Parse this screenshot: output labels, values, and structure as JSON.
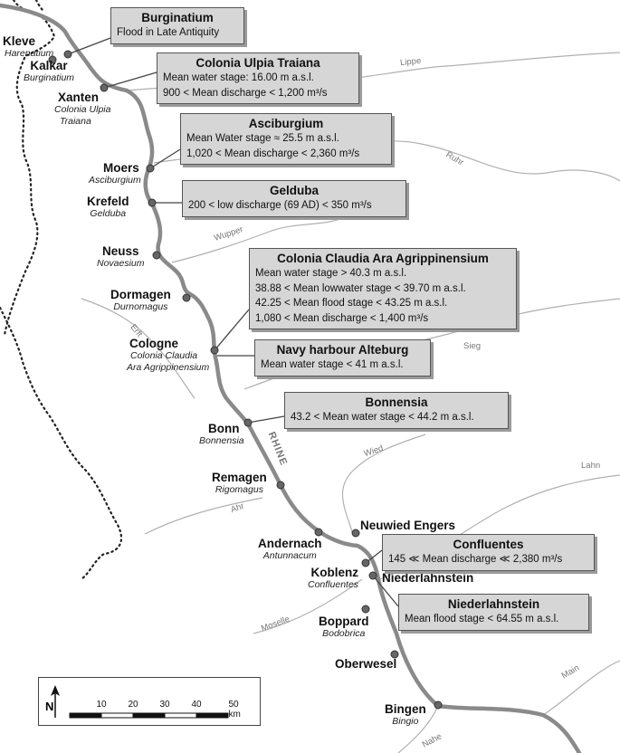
{
  "river_name": "RHINE",
  "tributaries": {
    "lippe": "Lippe",
    "ruhr": "Ruhr",
    "wupper": "Wupper",
    "erft": "Erft",
    "sieg": "Sieg",
    "wied": "Wied",
    "lahn": "Lahn",
    "ahr": "Ahr",
    "moselle": "Moselle",
    "main": "Main",
    "nahe": "Nahe"
  },
  "places": {
    "kleve": {
      "name": "Kleve",
      "latin": "Harenatium"
    },
    "kalkar": {
      "name": "Kalkar",
      "latin": "Burginatium"
    },
    "xanten": {
      "name": "Xanten",
      "latin1": "Colonia Ulpia",
      "latin2": "Traiana"
    },
    "moers": {
      "name": "Moers",
      "latin": "Asciburgium"
    },
    "krefeld": {
      "name": "Krefeld",
      "latin": "Gelduba"
    },
    "neuss": {
      "name": "Neuss",
      "latin": "Novaesium"
    },
    "dormagen": {
      "name": "Dormagen",
      "latin": "Durnomagus"
    },
    "cologne": {
      "name": "Cologne",
      "latin1": "Colonia Claudia",
      "latin2": "Ara Agrippinensium"
    },
    "bonn": {
      "name": "Bonn",
      "latin": "Bonnensia"
    },
    "remagen": {
      "name": "Remagen",
      "latin": "Rigomagus"
    },
    "andernach": {
      "name": "Andernach",
      "latin": "Antunnacum"
    },
    "neuwied": {
      "name": "Neuwied Engers"
    },
    "koblenz": {
      "name": "Koblenz",
      "latin": "Confluentes"
    },
    "niederlahnstein": {
      "name": "Niederlahnstein"
    },
    "boppard": {
      "name": "Boppard",
      "latin": "Bodobrica"
    },
    "oberwesel": {
      "name": "Oberwesel"
    },
    "bingen": {
      "name": "Bingen",
      "latin": "Bingio"
    }
  },
  "boxes": {
    "burginatium": {
      "title": "Burginatium",
      "lines": [
        "Flood in Late Antiquity"
      ]
    },
    "ulpia": {
      "title": "Colonia Ulpia Traiana",
      "lines": [
        "Mean water stage: 16.00 m a.s.l.",
        "900 < Mean discharge < 1,200 m³/s"
      ]
    },
    "asciburgium": {
      "title": "Asciburgium",
      "lines": [
        "Mean Water stage ≈ 25.5 m a.s.l.",
        "1,020 < Mean discharge < 2,360 m³/s"
      ]
    },
    "gelduba": {
      "title": "Gelduba",
      "lines": [
        "200 < low discharge (69 AD) < 350 m³/s"
      ]
    },
    "cca": {
      "title": "Colonia Claudia Ara Agrippinensium",
      "lines": [
        "Mean water stage > 40.3 m a.s.l.",
        "38.88 < Mean lowwater stage < 39.70 m a.s.l.",
        "42.25 < Mean flood stage < 43.25 m a.s.l.",
        "1,080 < Mean discharge < 1,400 m³/s"
      ]
    },
    "alteburg": {
      "title": "Navy harbour Alteburg",
      "lines": [
        "Mean water stage < 41 m a.s.l."
      ]
    },
    "bonnensia": {
      "title": "Bonnensia",
      "lines": [
        "43.2 < Mean water stage < 44.2 m a.s.l."
      ]
    },
    "confluentes": {
      "title": "Confluentes",
      "lines": [
        "145 ≪ Mean discharge ≪ 2,380 m³/s"
      ]
    },
    "niederlahnstein": {
      "title": "Niederlahnstein",
      "lines": [
        "Mean flood stage < 64.55 m a.s.l."
      ]
    }
  },
  "scale_bar": {
    "north_label": "N",
    "ticks": [
      "10",
      "20",
      "30",
      "40",
      "50 km"
    ]
  },
  "colors": {
    "river": "#8a8a8a",
    "tributary": "#b0b0b0",
    "border": "#222222",
    "box_fill": "#d6d6d6",
    "marker": "#666666"
  }
}
